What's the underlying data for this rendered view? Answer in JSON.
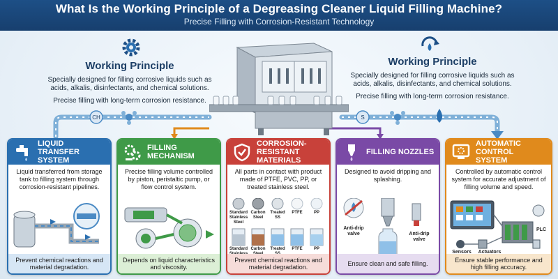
{
  "header": {
    "title": "What Is the Working Principle of a Degreasing Cleaner Liquid Filling Machine?",
    "subtitle": "Precise Filling with Corrosion-Resistant Technology"
  },
  "left_principle": {
    "title": "Working Principle",
    "text": "Specially designed for filling corrosive liquids such as acids, alkalis, disinfectants, and chemical solutions.",
    "text2": "Precise filling with long-term corrosion resistance."
  },
  "right_principle": {
    "title": "Working Principle",
    "text": "Specially designed for filling corrosive liquids such as acids, alkalis, disinfectants, and chemical solutions.",
    "text2": "Precise filling with long-term corrosion resistance."
  },
  "flow_labels": {
    "ch": "CH",
    "s": "S"
  },
  "cards": [
    {
      "title": "Liquid Transfer System",
      "desc": "Liquid transferred from storage tank to filling system through corrosion-resistant pipelines.",
      "foot": "Prevent chemical reactions and material degradation.",
      "icon": "faucet-icon",
      "color": "#2a6fb0"
    },
    {
      "title": "Filling Mechanism",
      "desc": "Precise filling volume controlled by piston, peristaltic pump, or flow control system.",
      "foot": "Depends on liquid characteristics and viscosity.",
      "icon": "gears-icon",
      "color": "#3f9a48"
    },
    {
      "title": "Corrosion-Resistant Materials",
      "desc": "All parts in contact with product made of PTFE, PVC, PP, or treated stainless steel.",
      "foot": "Prevent chemical reactions and material degradation.",
      "icon": "shield-icon",
      "color": "#c8413a",
      "discs": [
        "Standard Stainless Steel",
        "Carbon Steel",
        "Treated SS",
        "PTFE",
        "PP"
      ],
      "beakers": [
        "Standard Stainless Steel",
        "Carbon Steel",
        "Treated SS",
        "PTFE",
        "PP"
      ]
    },
    {
      "title": "Filling Nozzles",
      "desc": "Designed to avoid dripping and splashing.",
      "foot": "Ensure clean and safe filling.",
      "icon": "nozzle-icon",
      "color": "#7a4aa6",
      "labels": [
        "Anti-drip valve",
        "Anti-drip valve"
      ]
    },
    {
      "title": "Automatic Control System",
      "desc": "Controlled by automatic control system for accurate adjustment of filling volume and speed.",
      "foot": "Ensure stable performance and high filling accuracy.",
      "icon": "gear-screen-icon",
      "color": "#e08a1c",
      "labels": [
        "PLC",
        "Sensors",
        "Actuators"
      ]
    }
  ]
}
